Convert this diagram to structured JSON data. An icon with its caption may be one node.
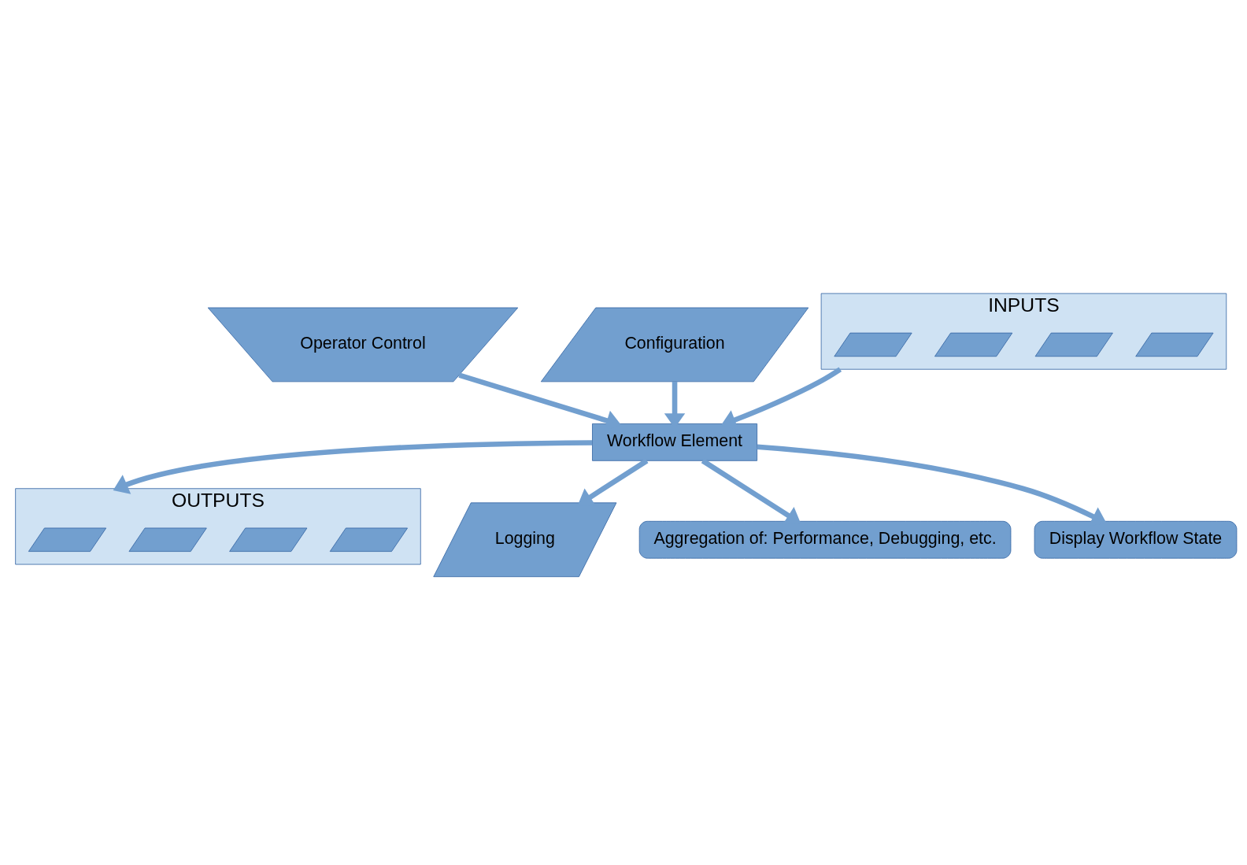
{
  "diagram": {
    "nodes": [
      {
        "text": [
          "Operator Control"
        ]
      },
      {
        "text": [
          "Configuration"
        ]
      },
      {
        "text": [
          "INPUTS"
        ]
      },
      {
        "text": [],
        "shape": "parallelogram",
        "in": 2
      },
      {
        "text": [],
        "shape": "parallelogram",
        "in": 2
      },
      {
        "text": [],
        "shape": "parallelogram",
        "in": 2
      },
      {
        "text": [],
        "shape": "parallelogram",
        "in": 2
      },
      {
        "text": [
          "Workflow Element"
        ]
      },
      {
        "text": [
          "OUTPUTS"
        ]
      },
      {
        "text": [],
        "shape": "parallelogram",
        "in": 8
      },
      {
        "text": [],
        "shape": "parallelogram",
        "in": 8
      },
      {
        "text": [],
        "shape": "parallelogram",
        "in": 8
      },
      {
        "text": [],
        "shape": "parallelogram",
        "in": 8
      },
      {
        "text": [
          "Logging"
        ]
      },
      {
        "text": [
          "Aggregation of: Performance, Debugging, etc."
        ]
      },
      {
        "text": [
          "Display Workflow State"
        ]
      }
    ],
    "edges": [
      {
        "from": 0,
        "to": 7,
        "arrow": "to"
      },
      {
        "from": 1,
        "to": 7,
        "arrow": "to"
      },
      {
        "from": 2,
        "to": 7,
        "arrow": "to"
      },
      {
        "from": 7,
        "to": 8,
        "arrow": "to"
      },
      {
        "from": 7,
        "to": 13,
        "arrow": "to"
      },
      {
        "from": 7,
        "to": 14,
        "arrow": "to"
      },
      {
        "from": 7,
        "to": 15,
        "arrow": "to"
      }
    ]
  }
}
